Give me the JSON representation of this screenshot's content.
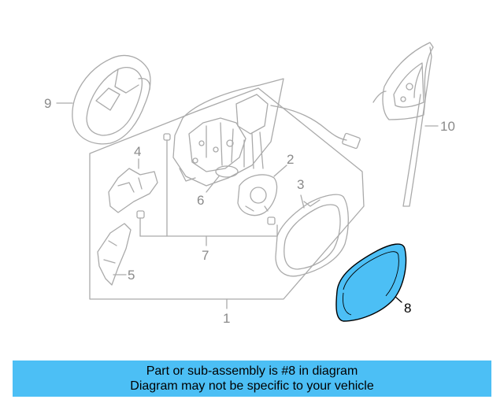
{
  "diagram": {
    "callouts": [
      {
        "id": "c1",
        "label": "1",
        "highlighted": false
      },
      {
        "id": "c2",
        "label": "2",
        "highlighted": false
      },
      {
        "id": "c3",
        "label": "3",
        "highlighted": false
      },
      {
        "id": "c4",
        "label": "4",
        "highlighted": false
      },
      {
        "id": "c5",
        "label": "5",
        "highlighted": false
      },
      {
        "id": "c6",
        "label": "6",
        "highlighted": false
      },
      {
        "id": "c7",
        "label": "7",
        "highlighted": false
      },
      {
        "id": "c8",
        "label": "8",
        "highlighted": true
      },
      {
        "id": "c9",
        "label": "9",
        "highlighted": false
      },
      {
        "id": "c10",
        "label": "10",
        "highlighted": false
      }
    ],
    "colors": {
      "line": "#aaaaaa",
      "highlight_fill": "#4cbff5",
      "highlight_stroke": "#000000",
      "banner": "#4cbff5"
    }
  },
  "banner": {
    "line1": "Part or sub-assembly is #8 in diagram",
    "line2": "Diagram may not be specific to your vehicle"
  }
}
